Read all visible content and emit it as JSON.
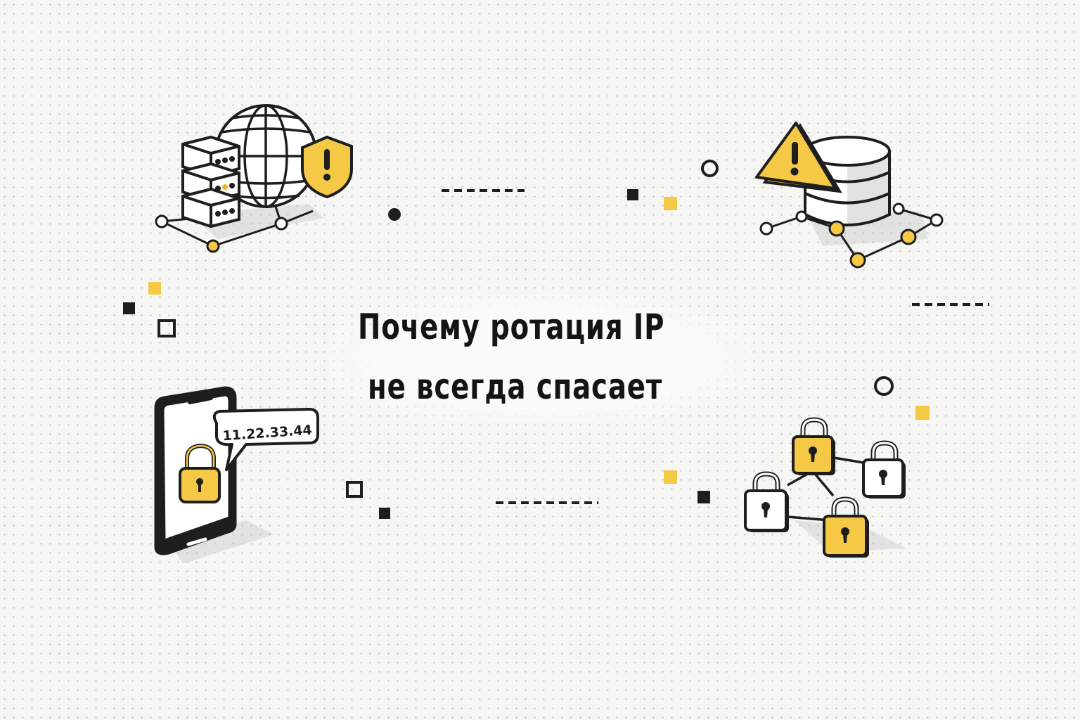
{
  "title": {
    "line1": "Почему ротация IP",
    "line2": "не всегда спасает"
  },
  "illustrations": {
    "server_globe": {
      "label": "server-globe-shield-warning"
    },
    "database": {
      "label": "database-warning"
    },
    "phone": {
      "label": "phone-lock",
      "ip_bubble": "11.22.33.44"
    },
    "locks": {
      "label": "lock-network"
    }
  },
  "colors": {
    "accent": "#f5c945",
    "ink": "#1e1e1e",
    "background": "#f6f6f5"
  }
}
